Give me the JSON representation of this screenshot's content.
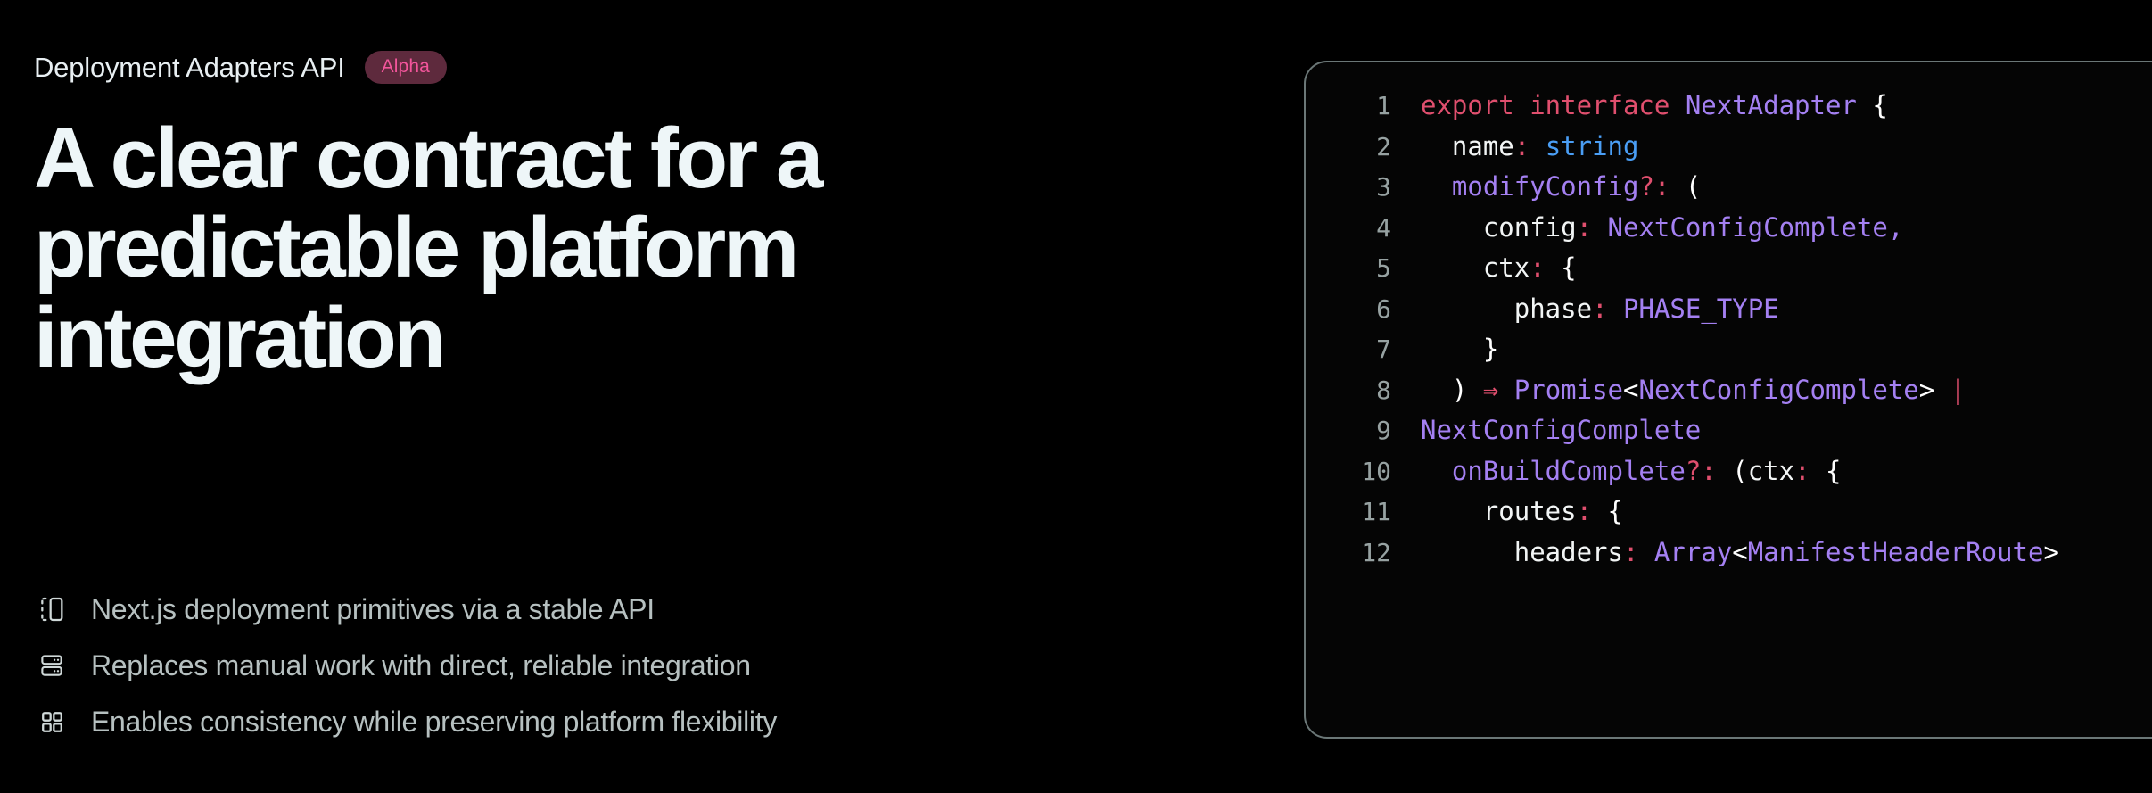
{
  "eyebrow": {
    "title": "Deployment Adapters API",
    "badge": "Alpha",
    "badge_bg": "#5e2a3d",
    "badge_color": "#f3559b"
  },
  "headline": "A clear contract for a predictable platform integration",
  "bullets": [
    {
      "icon": "device-frame-icon",
      "text": "Next.js deployment primitives via a stable API"
    },
    {
      "icon": "server-stack-icon",
      "text": "Replaces manual work with direct, reliable integration"
    },
    {
      "icon": "grid-blocks-icon",
      "text": "Enables consistency while preserving platform flexibility"
    }
  ],
  "code_panel": {
    "language": "typescript",
    "border_color": "#6b7777",
    "line_number_color": "#97a2a2",
    "colors": {
      "keyword": "#e04f6e",
      "type": "#a480f2",
      "plain": "#f2f5f5",
      "string": "#4a9ef5"
    },
    "lines": [
      {
        "n": "1",
        "text": "export interface NextAdapter {"
      },
      {
        "n": "2",
        "text": "  name: string"
      },
      {
        "n": "3",
        "text": "  modifyConfig?: ("
      },
      {
        "n": "4",
        "text": "    config: NextConfigComplete,"
      },
      {
        "n": "5",
        "text": "    ctx: {"
      },
      {
        "n": "6",
        "text": "      phase: PHASE_TYPE"
      },
      {
        "n": "7",
        "text": "    }"
      },
      {
        "n": "8",
        "text": "  ) ⇒ Promise<NextConfigComplete> |"
      },
      {
        "n": "9",
        "text": "NextConfigComplete"
      },
      {
        "n": "10",
        "text": "  onBuildComplete?: (ctx: {"
      },
      {
        "n": "11",
        "text": "    routes: {"
      },
      {
        "n": "12",
        "text": "      headers: Array<ManifestHeaderRoute>"
      }
    ]
  }
}
